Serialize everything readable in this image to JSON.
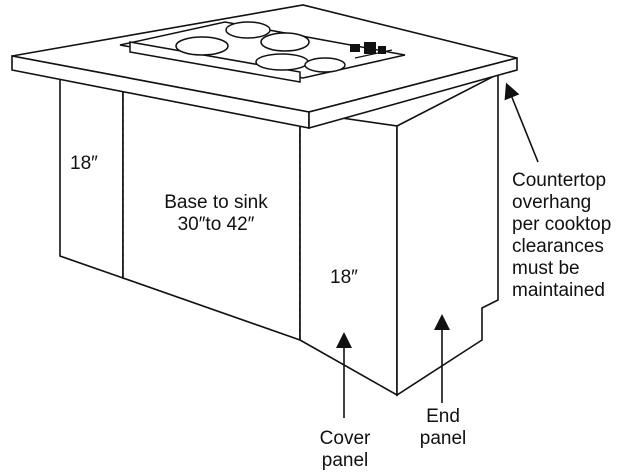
{
  "colors": {
    "stroke": "#111111",
    "fill": "#ffffff",
    "text": "#111111"
  },
  "labels": {
    "left_dim": "18″",
    "base_line1": "Base to sink",
    "base_line2": "30″to 42″",
    "right_dim": "18″",
    "countertop_lines": [
      "Countertop",
      "overhang",
      "per cooktop",
      "clearances",
      "must be",
      "maintained"
    ],
    "end_panel_lines": [
      "End",
      "panel"
    ],
    "cover_panel_lines": [
      "Cover",
      "panel"
    ]
  },
  "icons": {
    "cooktop": "cooktop-icon",
    "control_knobs": "knobs-icon"
  }
}
